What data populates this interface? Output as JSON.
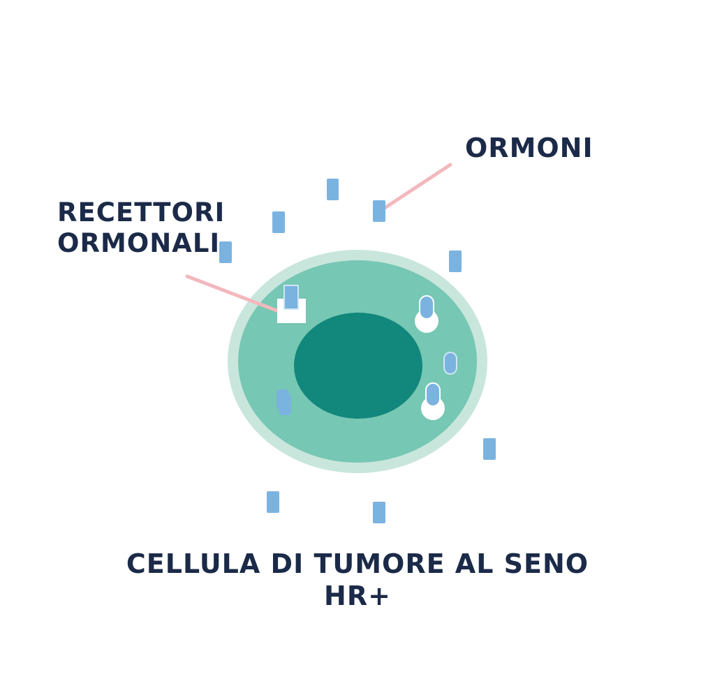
{
  "labels": {
    "hormones": "ORMONI",
    "receptors_line1": "RECETTORI",
    "receptors_line2": "ORMONALI",
    "caption_line1": "CELLULA DI TUMORE AL SENO",
    "caption_line2": "HR+"
  },
  "colors": {
    "membrane_outer": "#c9e6dc",
    "cytoplasm": "#76c7b3",
    "nucleus": "#12877c",
    "hormone": "#7bb3e0",
    "receptor": "#ffffff",
    "pointer_line": "#f2b8bd",
    "text": "#1b2a48"
  },
  "icons": {
    "hormone": "hormone-capsule-icon",
    "receptor": "receptor-icon"
  }
}
